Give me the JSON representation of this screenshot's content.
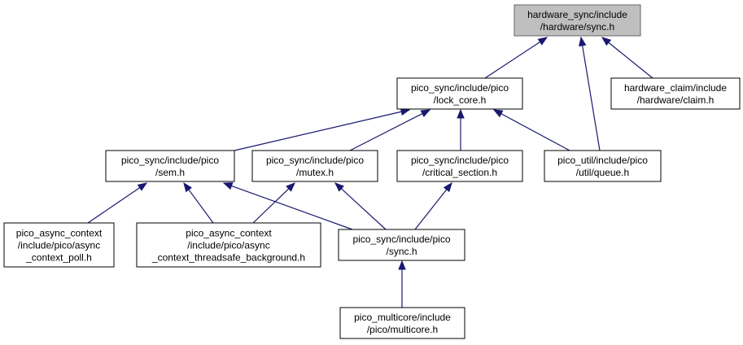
{
  "nodes": [
    {
      "id": "hw_sync",
      "lines": [
        "hardware_sync/include",
        "/hardware/sync.h"
      ],
      "root": true
    },
    {
      "id": "lock_core",
      "lines": [
        "pico_sync/include/pico",
        "/lock_core.h"
      ]
    },
    {
      "id": "claim",
      "lines": [
        "hardware_claim/include",
        "/hardware/claim.h"
      ]
    },
    {
      "id": "sem",
      "lines": [
        "pico_sync/include/pico",
        "/sem.h"
      ]
    },
    {
      "id": "mutex",
      "lines": [
        "pico_sync/include/pico",
        "/mutex.h"
      ]
    },
    {
      "id": "critical",
      "lines": [
        "pico_sync/include/pico",
        "/critical_section.h"
      ]
    },
    {
      "id": "queue",
      "lines": [
        "pico_util/include/pico",
        "/util/queue.h"
      ]
    },
    {
      "id": "poll",
      "lines": [
        "pico_async_context",
        "/include/pico/async",
        "_context_poll.h"
      ]
    },
    {
      "id": "threadsafe",
      "lines": [
        "pico_async_context",
        "/include/pico/async",
        "_context_threadsafe_background.h"
      ]
    },
    {
      "id": "sync",
      "lines": [
        "pico_sync/include/pico",
        "/sync.h"
      ]
    },
    {
      "id": "multicore",
      "lines": [
        "pico_multicore/include",
        "/pico/multicore.h"
      ]
    }
  ],
  "edges": [
    {
      "from": "lock_core",
      "to": "hw_sync"
    },
    {
      "from": "queue",
      "to": "hw_sync"
    },
    {
      "from": "claim",
      "to": "hw_sync"
    },
    {
      "from": "sem",
      "to": "lock_core"
    },
    {
      "from": "mutex",
      "to": "lock_core"
    },
    {
      "from": "critical",
      "to": "lock_core"
    },
    {
      "from": "queue",
      "to": "lock_core"
    },
    {
      "from": "poll",
      "to": "sem"
    },
    {
      "from": "threadsafe",
      "to": "sem"
    },
    {
      "from": "sync",
      "to": "sem"
    },
    {
      "from": "threadsafe",
      "to": "mutex"
    },
    {
      "from": "sync",
      "to": "mutex"
    },
    {
      "from": "sync",
      "to": "critical"
    },
    {
      "from": "multicore",
      "to": "sync"
    }
  ],
  "colors": {
    "edge": "#191970",
    "root_fill": "#bfbfbf",
    "root_stroke": "#666666",
    "node_stroke": "#000000"
  }
}
